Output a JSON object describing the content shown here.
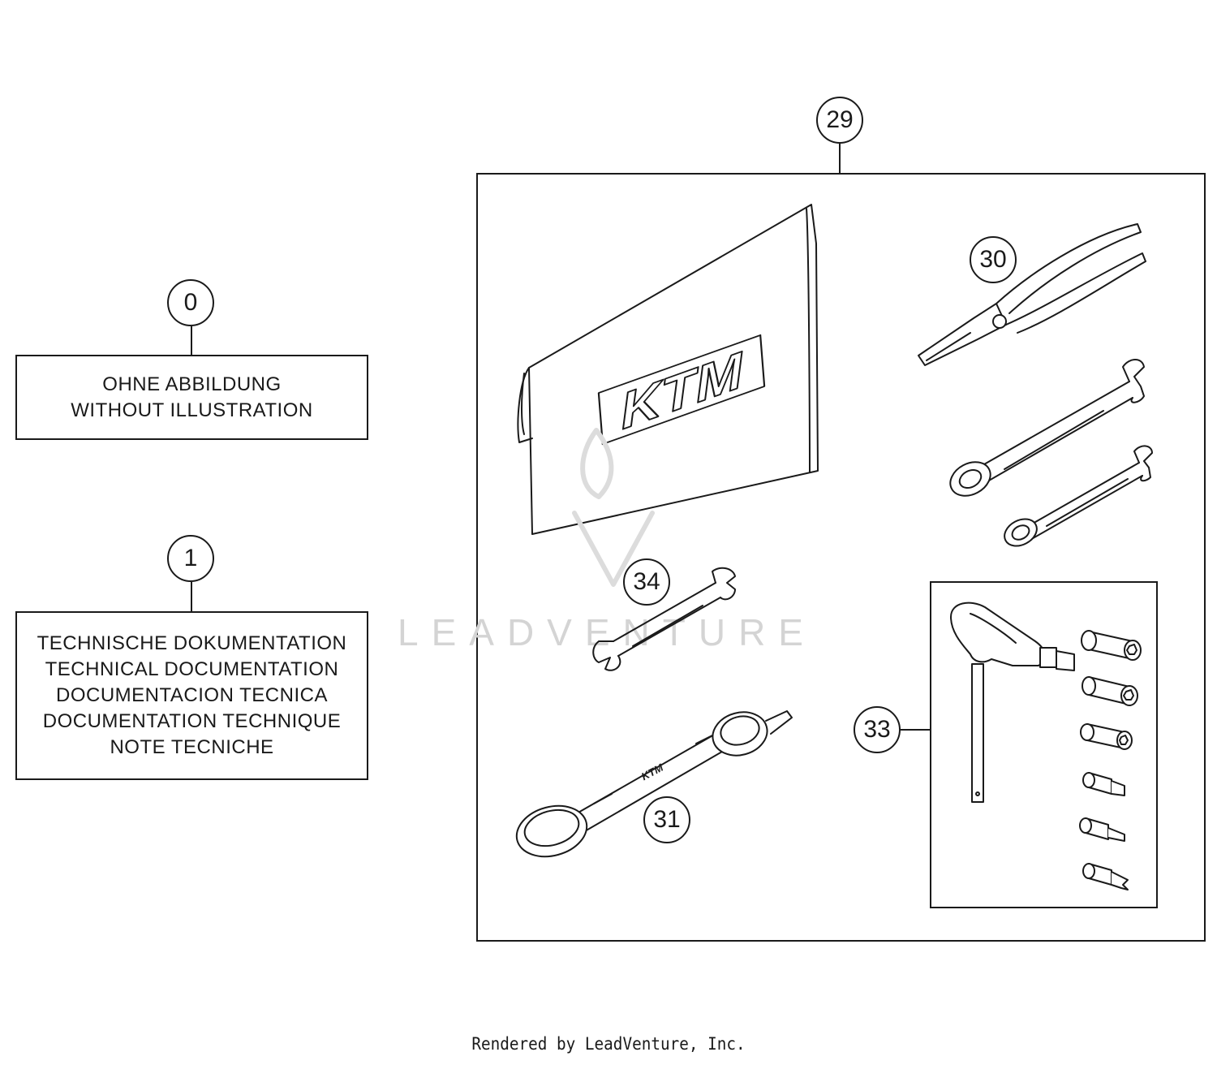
{
  "callouts": {
    "c0": "0",
    "c1": "1",
    "c29": "29",
    "c30": "30",
    "c31": "31",
    "c33": "33",
    "c34": "34"
  },
  "box_0": {
    "lines": [
      "OHNE ABBILDUNG",
      "WITHOUT ILLUSTRATION"
    ]
  },
  "box_1": {
    "lines": [
      "TECHNISCHE DOKUMENTATION",
      "TECHNICAL DOCUMENTATION",
      "DOCUMENTACION TECNICA",
      "DOCUMENTATION TECHNIQUE",
      "NOTE TECNICHE"
    ]
  },
  "pouch_logo": "KTM",
  "wrench_logo": "KTM",
  "watermark": "LEADVENTURE",
  "footer": "Rendered by LeadVenture, Inc."
}
